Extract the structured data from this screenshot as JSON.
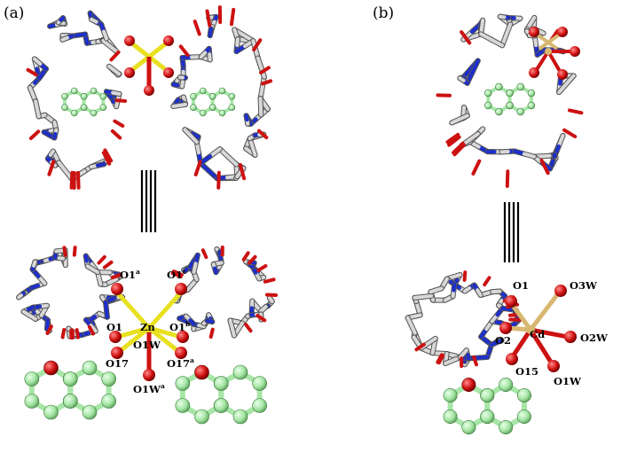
{
  "panels": [
    {
      "label": "(a)"
    },
    {
      "label": "(b)"
    }
  ],
  "atom_labels_a": [
    {
      "base": "O1",
      "sup": "a"
    },
    {
      "base": "O1",
      "sup": "c"
    },
    {
      "base": "O1",
      "sup": ""
    },
    {
      "base": "Zn",
      "sup": ""
    },
    {
      "base": "O1",
      "sup": "b"
    },
    {
      "base": "O1W",
      "sup": ""
    },
    {
      "base": "O17",
      "sup": ""
    },
    {
      "base": "O17",
      "sup": "a"
    },
    {
      "base": "O1W",
      "sup": "a"
    }
  ],
  "atom_labels_b": [
    {
      "base": "O1",
      "sup": ""
    },
    {
      "base": "O3W",
      "sup": ""
    },
    {
      "base": "O2",
      "sup": ""
    },
    {
      "base": "Cd",
      "sup": ""
    },
    {
      "base": "O2W",
      "sup": ""
    },
    {
      "base": "O15",
      "sup": ""
    },
    {
      "base": "O1W",
      "sup": ""
    }
  ],
  "colors": {
    "carbon": "#d8d8d8",
    "nitrogen": "#1e2fcc",
    "oxygen": "#cc1111",
    "zinc": "#e8e020",
    "cadmium": "#d8b870",
    "guest": "#a8e6a8",
    "guest_edge": "#3a7a3a"
  }
}
